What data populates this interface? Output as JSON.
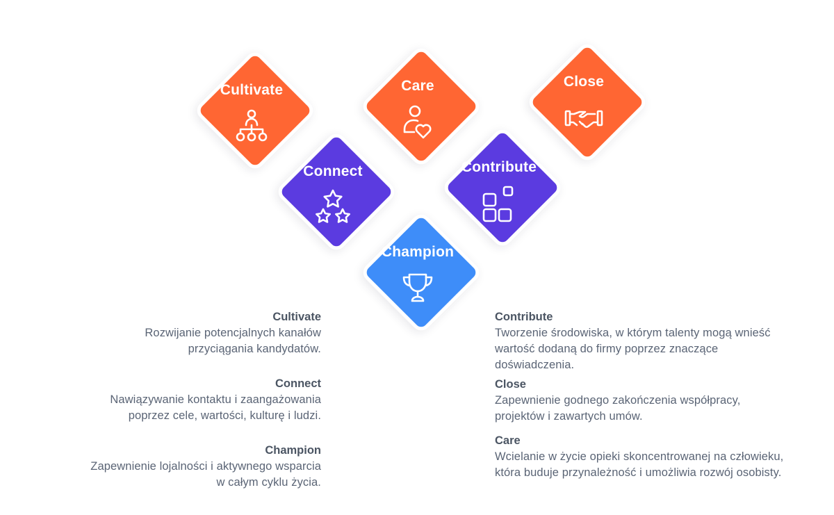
{
  "colors": {
    "orange": "#FF6633",
    "purple": "#5B3BE0",
    "blue": "#3E8DF9",
    "text": "#5a6475"
  },
  "diamonds": {
    "cultivate": {
      "label": "Cultivate",
      "icon": "hierarchy-icon",
      "color": "orange"
    },
    "care": {
      "label": "Care",
      "icon": "person-heart-icon",
      "color": "orange"
    },
    "close": {
      "label": "Close",
      "icon": "handshake-icon",
      "color": "orange"
    },
    "connect": {
      "label": "Connect",
      "icon": "stars-icon",
      "color": "purple"
    },
    "contribute": {
      "label": "Contribute",
      "icon": "blocks-icon",
      "color": "purple"
    },
    "champion": {
      "label": "Champion",
      "icon": "trophy-icon",
      "color": "blue"
    }
  },
  "descriptions": {
    "cultivate": {
      "title": "Cultivate",
      "lines": [
        "Rozwijanie potencjalnych kanałów",
        "przyciągania kandydatów."
      ]
    },
    "connect": {
      "title": "Connect",
      "lines": [
        "Nawiązywanie kontaktu i zaangażowania",
        "poprzez cele, wartości, kulturę i ludzi."
      ]
    },
    "champion": {
      "title": "Champion",
      "lines": [
        "Zapewnienie lojalności i aktywnego wsparcia",
        "w całym cyklu życia."
      ]
    },
    "contribute": {
      "title": "Contribute",
      "lines": [
        "Tworzenie środowiska, w którym talenty mogą wnieść",
        "wartość dodaną do firmy poprzez znaczące",
        "doświadczenia."
      ]
    },
    "close": {
      "title": "Close",
      "lines": [
        "Zapewnienie godnego zakończenia współpracy,",
        "projektów i zawartych umów."
      ]
    },
    "care": {
      "title": "Care",
      "lines": [
        "Wcielanie w życie opieki skoncentrowanej na człowieku,",
        "która buduje przynależność i umożliwia rozwój osobisty."
      ]
    }
  }
}
